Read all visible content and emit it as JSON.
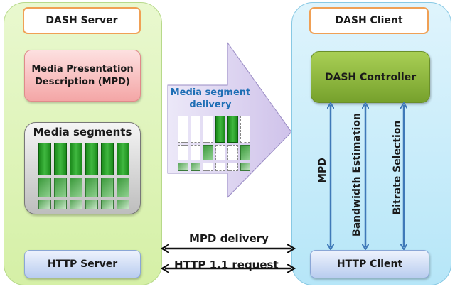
{
  "server": {
    "title": "DASH Server",
    "mpd_label": "Media Presentation Description (MPD)",
    "segments_label": "Media segments",
    "http_label": "HTTP Server",
    "segment_grid": {
      "columns": 6,
      "rows": [
        "large",
        "medium",
        "small"
      ]
    }
  },
  "delivery": {
    "label": "Media segment delivery",
    "grid": [
      [
        "empty",
        "empty",
        "empty",
        "large",
        "large",
        "empty"
      ],
      [
        "empty",
        "empty",
        "medium",
        "empty",
        "empty",
        "medium"
      ],
      [
        "small",
        "small",
        "empty",
        "empty",
        "empty",
        "small"
      ]
    ]
  },
  "client": {
    "title": "DASH Client",
    "controller_label": "DASH Controller",
    "http_label": "HTTP Client",
    "links": [
      "MPD",
      "Bandwidth Estimation",
      "Bitrate Selection"
    ]
  },
  "connections": {
    "mpd_delivery": "MPD delivery",
    "http_request": "HTTP 1.1 request"
  },
  "colors": {
    "server_panel": "#d5f0a6",
    "client_panel": "#b6e6f8",
    "title_border": "#f0a055",
    "mpd_box": "#f4a6a6",
    "controller": "#8bb83a",
    "arrow_fill": "#d9d0f0",
    "delivery_text": "#1f6fb5",
    "link_arrow": "#3f79b8"
  }
}
